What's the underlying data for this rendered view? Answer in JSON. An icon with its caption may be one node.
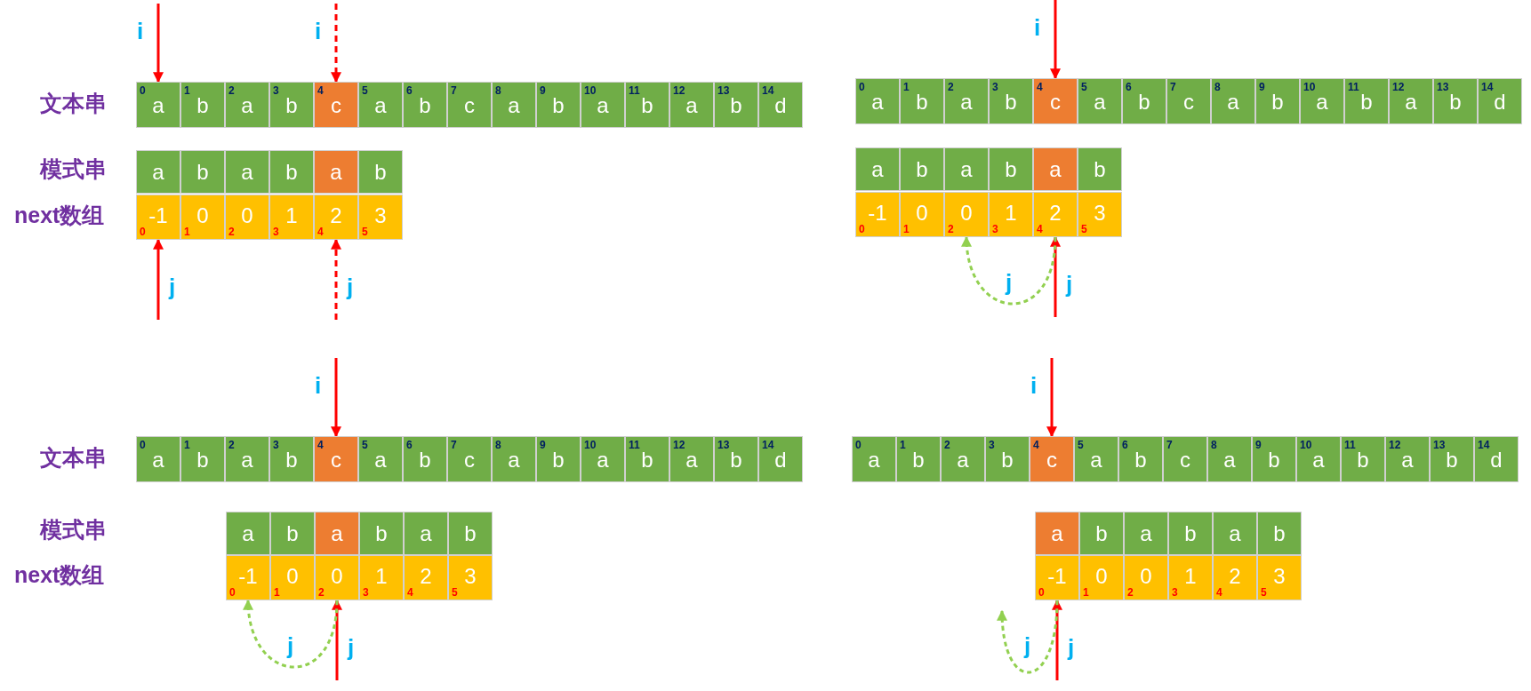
{
  "diagram": {
    "nodes": [
      {
        "text": [
          "0",
          "a"
        ]
      },
      {
        "text": [
          "1",
          "b"
        ]
      },
      {
        "text": [
          "2",
          "a"
        ]
      },
      {
        "text": [
          "3",
          "b"
        ]
      },
      {
        "text": [
          "4",
          "c"
        ]
      },
      {
        "text": [
          "5",
          "a"
        ]
      },
      {
        "text": [
          "6",
          "b"
        ]
      },
      {
        "text": [
          "7",
          "c"
        ]
      },
      {
        "text": [
          "8",
          "a"
        ]
      },
      {
        "text": [
          "9",
          "b"
        ]
      },
      {
        "text": [
          "10",
          "a"
        ]
      },
      {
        "text": [
          "11",
          "b"
        ]
      },
      {
        "text": [
          "12",
          "a"
        ]
      },
      {
        "text": [
          "13",
          "b"
        ]
      },
      {
        "text": [
          "14",
          "d"
        ]
      },
      {
        "text": [
          "a"
        ]
      },
      {
        "text": [
          "b"
        ]
      },
      {
        "text": [
          "a"
        ]
      },
      {
        "text": [
          "b"
        ]
      },
      {
        "text": [
          "a"
        ]
      },
      {
        "text": [
          "b"
        ]
      },
      {
        "text": [
          "-1",
          "0"
        ]
      },
      {
        "text": [
          "0",
          "1"
        ]
      },
      {
        "text": [
          "0",
          "2"
        ]
      },
      {
        "text": [
          "1",
          "3"
        ]
      },
      {
        "text": [
          "2",
          "4"
        ]
      },
      {
        "text": [
          "3",
          "5"
        ]
      },
      {
        "text": [
          "0",
          "a"
        ]
      },
      {
        "text": [
          "1",
          "b"
        ]
      },
      {
        "text": [
          "2",
          "a"
        ]
      },
      {
        "text": [
          "3",
          "b"
        ]
      },
      {
        "text": [
          "4",
          "c"
        ]
      },
      {
        "text": [
          "5",
          "a"
        ]
      },
      {
        "text": [
          "6",
          "b"
        ]
      },
      {
        "text": [
          "7",
          "c"
        ]
      },
      {
        "text": [
          "8",
          "a"
        ]
      },
      {
        "text": [
          "9",
          "b"
        ]
      },
      {
        "text": [
          "10",
          "a"
        ]
      },
      {
        "text": [
          "11",
          "b"
        ]
      },
      {
        "text": [
          "12",
          "a"
        ]
      },
      {
        "text": [
          "13",
          "b"
        ]
      },
      {
        "text": [
          "14",
          "d"
        ]
      },
      {
        "text": [
          "a"
        ]
      },
      {
        "text": [
          "b"
        ]
      },
      {
        "text": [
          "a"
        ]
      },
      {
        "text": [
          "b"
        ]
      },
      {
        "text": [
          "a"
        ]
      },
      {
        "text": [
          "b"
        ]
      },
      {
        "text": [
          "-1",
          "0"
        ]
      },
      {
        "text": [
          "0",
          "1"
        ]
      },
      {
        "text": [
          "0",
          "2"
        ]
      },
      {
        "text": [
          "1",
          "3"
        ]
      },
      {
        "text": [
          "2",
          "4"
        ]
      },
      {
        "text": [
          "3",
          "5"
        ]
      },
      {
        "text": [
          "0",
          "a"
        ]
      },
      {
        "text": [
          "1",
          "b"
        ]
      },
      {
        "text": [
          "2",
          "a"
        ]
      },
      {
        "text": [
          "3",
          "b"
        ]
      },
      {
        "text": [
          "4",
          "c"
        ]
      },
      {
        "text": [
          "5",
          "a"
        ]
      },
      {
        "text": [
          "6",
          "b"
        ]
      },
      {
        "text": [
          "7",
          "c"
        ]
      },
      {
        "text": [
          "8",
          "a"
        ]
      },
      {
        "text": [
          "9",
          "b"
        ]
      },
      {
        "text": [
          "10",
          "a"
        ]
      },
      {
        "text": [
          "11",
          "b"
        ]
      },
      {
        "text": [
          "12",
          "a"
        ]
      },
      {
        "text": [
          "13",
          "b"
        ]
      },
      {
        "text": [
          "14",
          "d"
        ]
      },
      {
        "text": [
          "a"
        ]
      },
      {
        "text": [
          "b"
        ]
      },
      {
        "text": [
          "a"
        ]
      },
      {
        "text": [
          "b"
        ]
      },
      {
        "text": [
          "a"
        ]
      },
      {
        "text": [
          "b"
        ]
      },
      {
        "text": [
          "-1",
          "0"
        ]
      },
      {
        "text": [
          "0",
          "1"
        ]
      },
      {
        "text": [
          "0",
          "2"
        ]
      },
      {
        "text": [
          "1",
          "3"
        ]
      },
      {
        "text": [
          "2",
          "4"
        ]
      },
      {
        "text": [
          "3",
          "5"
        ]
      },
      {
        "text": [
          "0",
          "a"
        ]
      },
      {
        "text": [
          "1",
          "b"
        ]
      },
      {
        "text": [
          "2",
          "a"
        ]
      },
      {
        "text": [
          "3",
          "b"
        ]
      },
      {
        "text": [
          "4",
          "c"
        ]
      },
      {
        "text": [
          "5",
          "a"
        ]
      },
      {
        "text": [
          "6",
          "b"
        ]
      },
      {
        "text": [
          "7",
          "c"
        ]
      },
      {
        "text": [
          "8",
          "a"
        ]
      },
      {
        "text": [
          "9",
          "b"
        ]
      },
      {
        "text": [
          "10",
          "a"
        ]
      },
      {
        "text": [
          "11",
          "b"
        ]
      },
      {
        "text": [
          "12",
          "a"
        ]
      },
      {
        "text": [
          "13",
          "b"
        ]
      },
      {
        "text": [
          "14",
          "d"
        ]
      },
      {
        "text": [
          "a"
        ]
      },
      {
        "text": [
          "b"
        ]
      },
      {
        "text": [
          "a"
        ]
      },
      {
        "text": [
          "b"
        ]
      },
      {
        "text": [
          "a"
        ]
      },
      {
        "text": [
          "b"
        ]
      },
      {
        "text": [
          "-1",
          "0"
        ]
      },
      {
        "text": [
          "0",
          "1"
        ]
      },
      {
        "text": [
          "0",
          "2"
        ]
      },
      {
        "text": [
          "1",
          "3"
        ]
      },
      {
        "text": [
          "2",
          "4"
        ]
      },
      {
        "text": [
          "3",
          "5"
        ]
      }
    ],
    "edges": [
      {
        "from": null,
        "to": 0,
        "arrow": "to",
        "label": "i"
      },
      {
        "from": null,
        "to": 4,
        "arrow": "to",
        "label": "i",
        "style": "dashed"
      },
      {
        "from": null,
        "to": 21,
        "arrow": "to",
        "label": "j"
      },
      {
        "from": null,
        "to": 25,
        "arrow": "to",
        "label": "j",
        "style": "dashed"
      },
      {
        "from": null,
        "to": 31,
        "arrow": "to",
        "label": "i"
      },
      {
        "from": null,
        "to": 52,
        "arrow": "to",
        "label": "j"
      },
      {
        "from": 52,
        "to": 50,
        "arrow": "to",
        "label": "j",
        "style": "dashed",
        "color": "#92d050"
      },
      {
        "from": null,
        "to": 58,
        "arrow": "to",
        "label": "i"
      },
      {
        "from": null,
        "to": 77,
        "arrow": "to",
        "label": "j"
      },
      {
        "from": 77,
        "to": 75,
        "arrow": "to",
        "label": "j",
        "style": "dashed",
        "color": "#92d050"
      },
      {
        "from": null,
        "to": 85,
        "arrow": "to",
        "label": "i"
      },
      {
        "from": null,
        "to": 102,
        "arrow": "to",
        "label": "j"
      },
      {
        "from": 102,
        "to": null,
        "arrow": "to",
        "label": "j",
        "style": "dashed",
        "color": "#92d050"
      }
    ],
    "labels": [
      "文本串",
      "模式串",
      "next数组",
      "文本串",
      "模式串",
      "next数组"
    ]
  }
}
